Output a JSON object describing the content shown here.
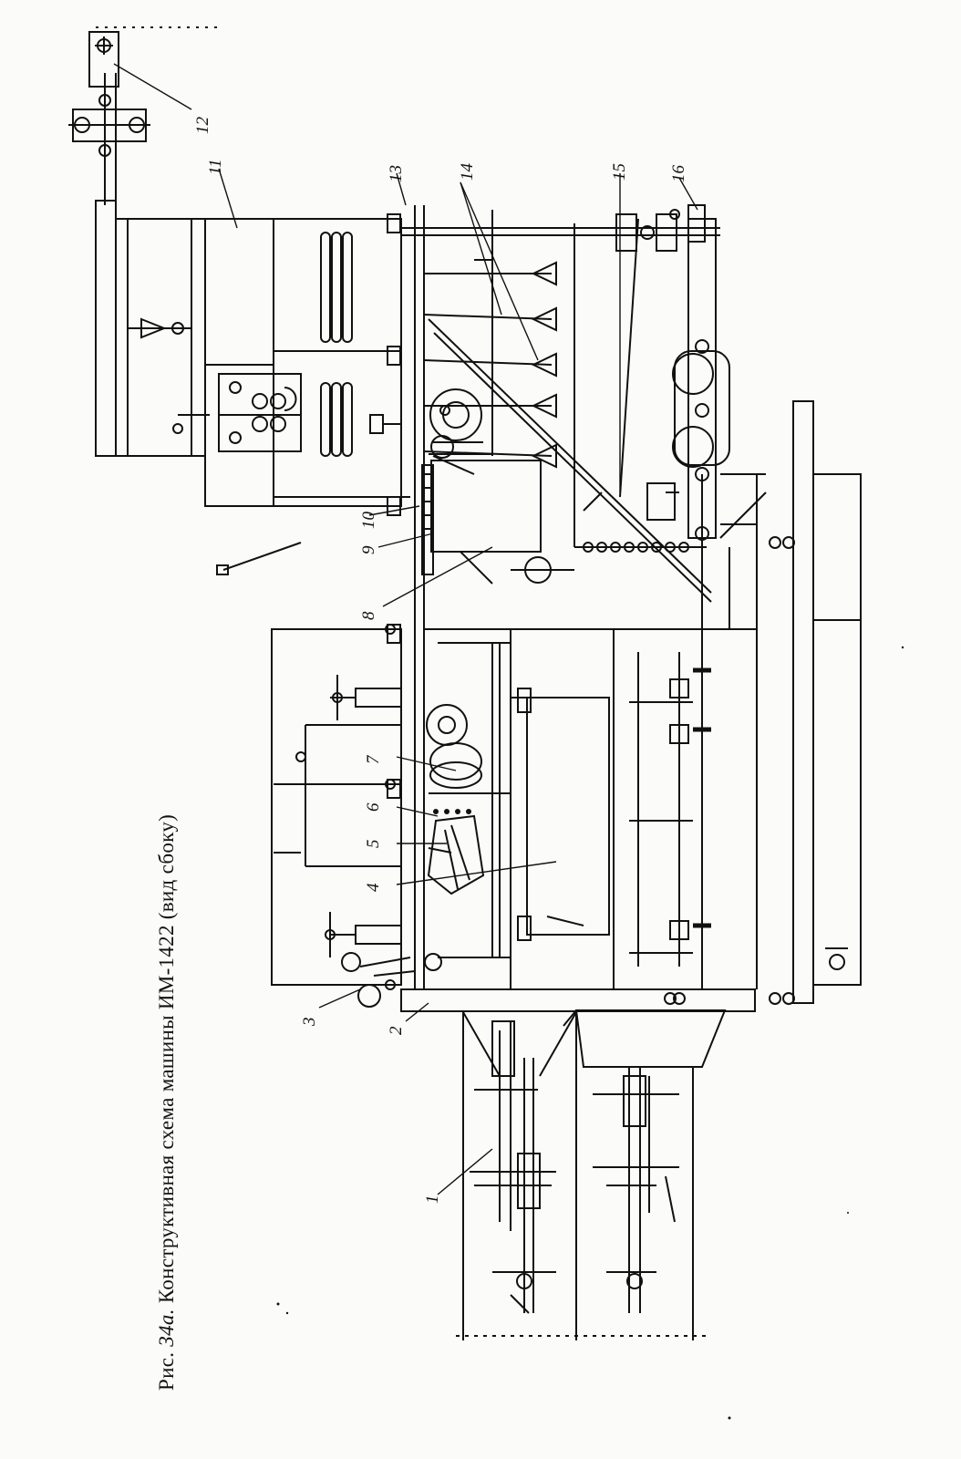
{
  "caption": {
    "prefix": "Рис. ",
    "number": "34а.",
    "text": " Конструктивная схема машины ИМ-1422 (вид сбоку)"
  },
  "callouts": [
    "1",
    "2",
    "3",
    "4",
    "5",
    "6",
    "7",
    "8",
    "9",
    "10",
    "11",
    "12",
    "13",
    "14",
    "15",
    "16"
  ],
  "colors": {
    "ink": "#111111",
    "paper": "#fbfbfa"
  }
}
